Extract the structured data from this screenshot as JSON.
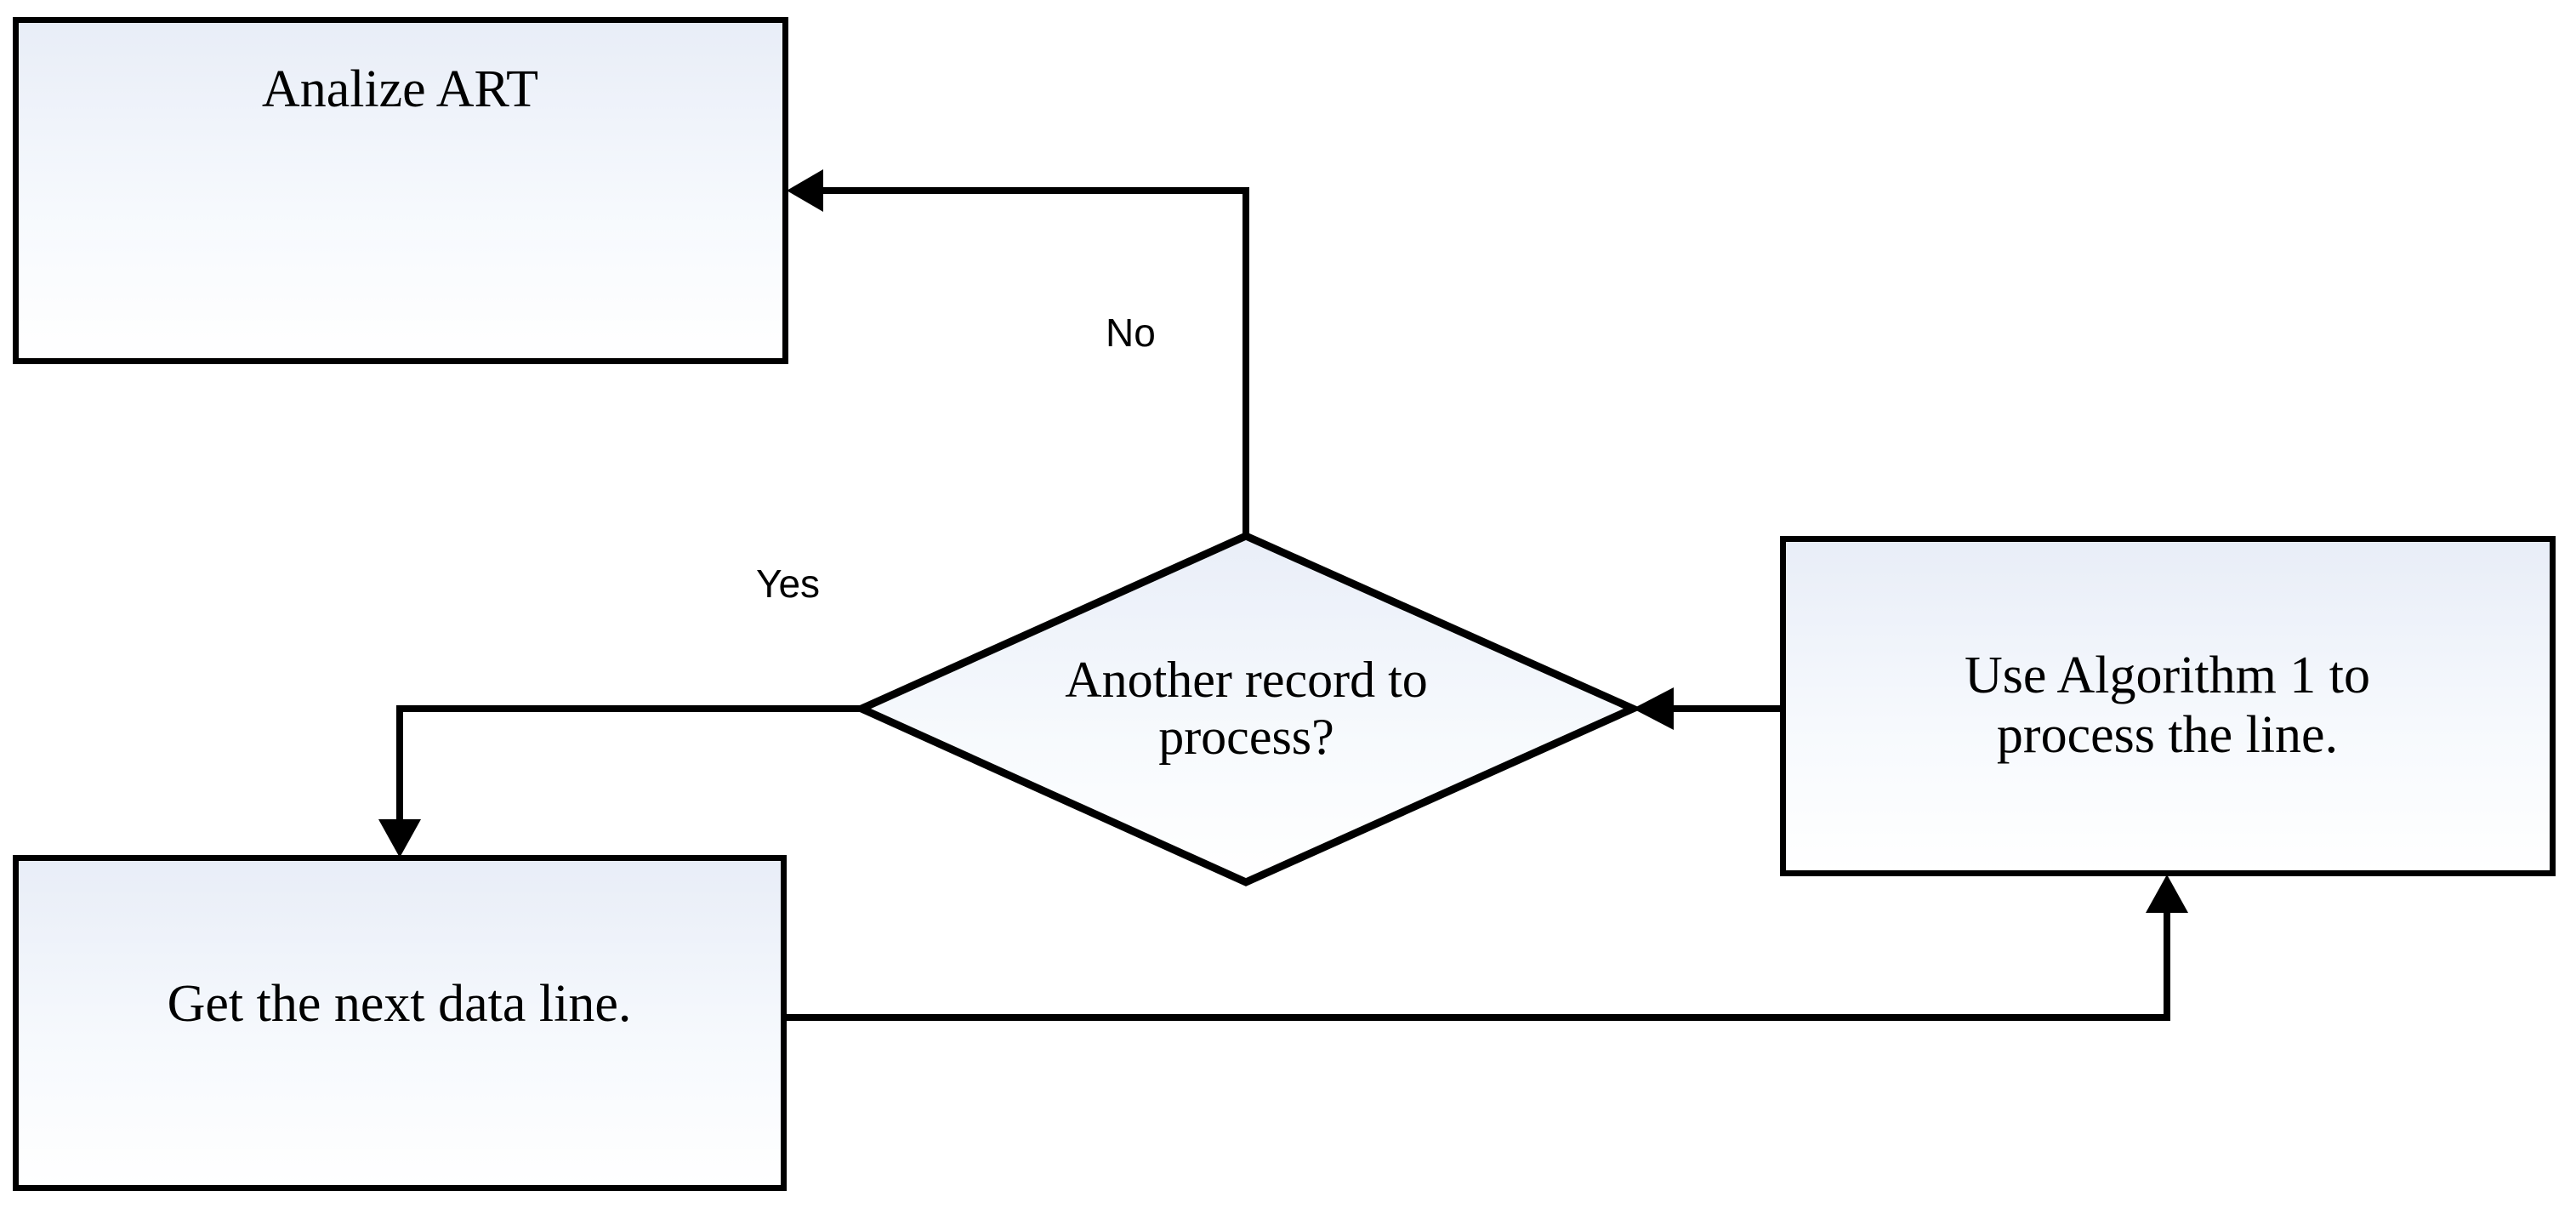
{
  "diagram": {
    "type": "flowchart",
    "title": "",
    "background_color": "#ffffff",
    "stroke_color": "#000000",
    "fill_gradient_top": "#e8edf7",
    "fill_gradient_bottom": "#ffffff",
    "nodes": [
      {
        "id": "analize-art",
        "shape": "process",
        "label": "Analize ART"
      },
      {
        "id": "another-record",
        "shape": "decision",
        "label": "Another record to\nprocess?"
      },
      {
        "id": "use-algorithm",
        "shape": "process",
        "label": "Use Algorithm 1 to\nprocess the line."
      },
      {
        "id": "get-next-line",
        "shape": "process",
        "label": "Get the next data line."
      }
    ],
    "edges": [
      {
        "id": "no-branch",
        "from": "another-record",
        "to": "analize-art",
        "label": "No"
      },
      {
        "id": "yes-branch",
        "from": "another-record",
        "to": "get-next-line",
        "label": "Yes"
      },
      {
        "id": "return-branch",
        "from": "get-next-line",
        "to": "use-algorithm",
        "label": ""
      },
      {
        "id": "algorithm-to-decision",
        "from": "use-algorithm",
        "to": "another-record",
        "label": ""
      }
    ]
  }
}
